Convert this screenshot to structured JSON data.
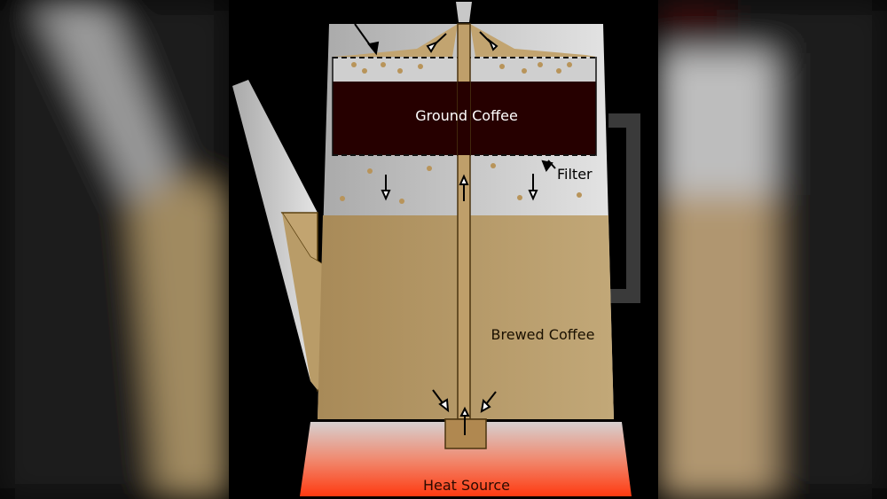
{
  "labels": {
    "ground_coffee": "Ground Coffee",
    "filter": "Filter",
    "brewed_coffee": "Brewed Coffee",
    "heat_source": "Heat Source"
  },
  "colors": {
    "ground_coffee": "#260000",
    "brewed_coffee": "#b99e6e",
    "metal": "#d0d0d0",
    "heat": "#ff3a10",
    "handle": "#3a3a3a"
  }
}
